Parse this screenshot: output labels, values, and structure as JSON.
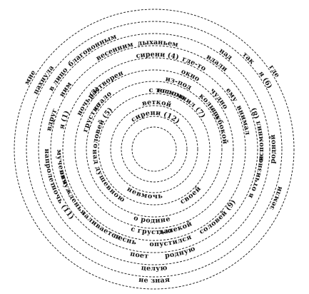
{
  "colors": {
    "ink": "#111111",
    "paper": "#ffffff"
  },
  "words": [
    {
      "text": "сирени (4)"
    },
    {
      "text": "где-то"
    },
    {
      "text": "дыханьем"
    },
    {
      "text": "весенним"
    },
    {
      "text": "благовонным"
    },
    {
      "text": "в лицо"
    },
    {
      "text": "пахнула"
    },
    {
      "text": "мне"
    },
    {
      "text": "вдали"
    },
    {
      "text": "над"
    },
    {
      "text": "так"
    },
    {
      "text": "я (6)"
    },
    {
      "text": "где"
    },
    {
      "text": "окно"
    },
    {
      "text": "чудно"
    },
    {
      "text": "ему"
    },
    {
      "text": "внимал"
    },
    {
      "text": "вспомнил (8)"
    },
    {
      "text": "я"
    },
    {
      "text": "в отчизне"
    },
    {
      "text": "родной"
    },
    {
      "text": "земли"
    },
    {
      "text": "соловей (9)"
    },
    {
      "text": "родную"
    },
    {
      "text": "поет"
    },
    {
      "text": "целую"
    },
    {
      "text": "не зная"
    },
    {
      "text": "песнь"
    },
    {
      "text": "заливается"
    },
    {
      "text": "ночь (11)"
    },
    {
      "text": "напролет"
    },
    {
      "text": "отчужденья"
    },
    {
      "text": "мучения"
    },
    {
      "text": "я (1)"
    },
    {
      "text": "вдруг"
    },
    {
      "text": "ним"
    },
    {
      "text": "ночь (3)"
    },
    {
      "text": "растворен"
    },
    {
      "text": "стало"
    },
    {
      "text": "грустно"
    },
    {
      "text": "соловей (5)"
    },
    {
      "text": "с тоскою"
    },
    {
      "text": "веткой"
    },
    {
      "text": "вспомнил (7)"
    },
    {
      "text": "из-под"
    },
    {
      "text": "кольца"
    },
    {
      "text": "глубокой"
    },
    {
      "text": "сирени (12)"
    },
    {
      "text": "над душевною"
    },
    {
      "text": "невмочь"
    },
    {
      "text": "своей"
    },
    {
      "text": "о родине"
    },
    {
      "text": "с грустью"
    },
    {
      "text": "опустился"
    },
    {
      "text": "далекой"
    }
  ]
}
